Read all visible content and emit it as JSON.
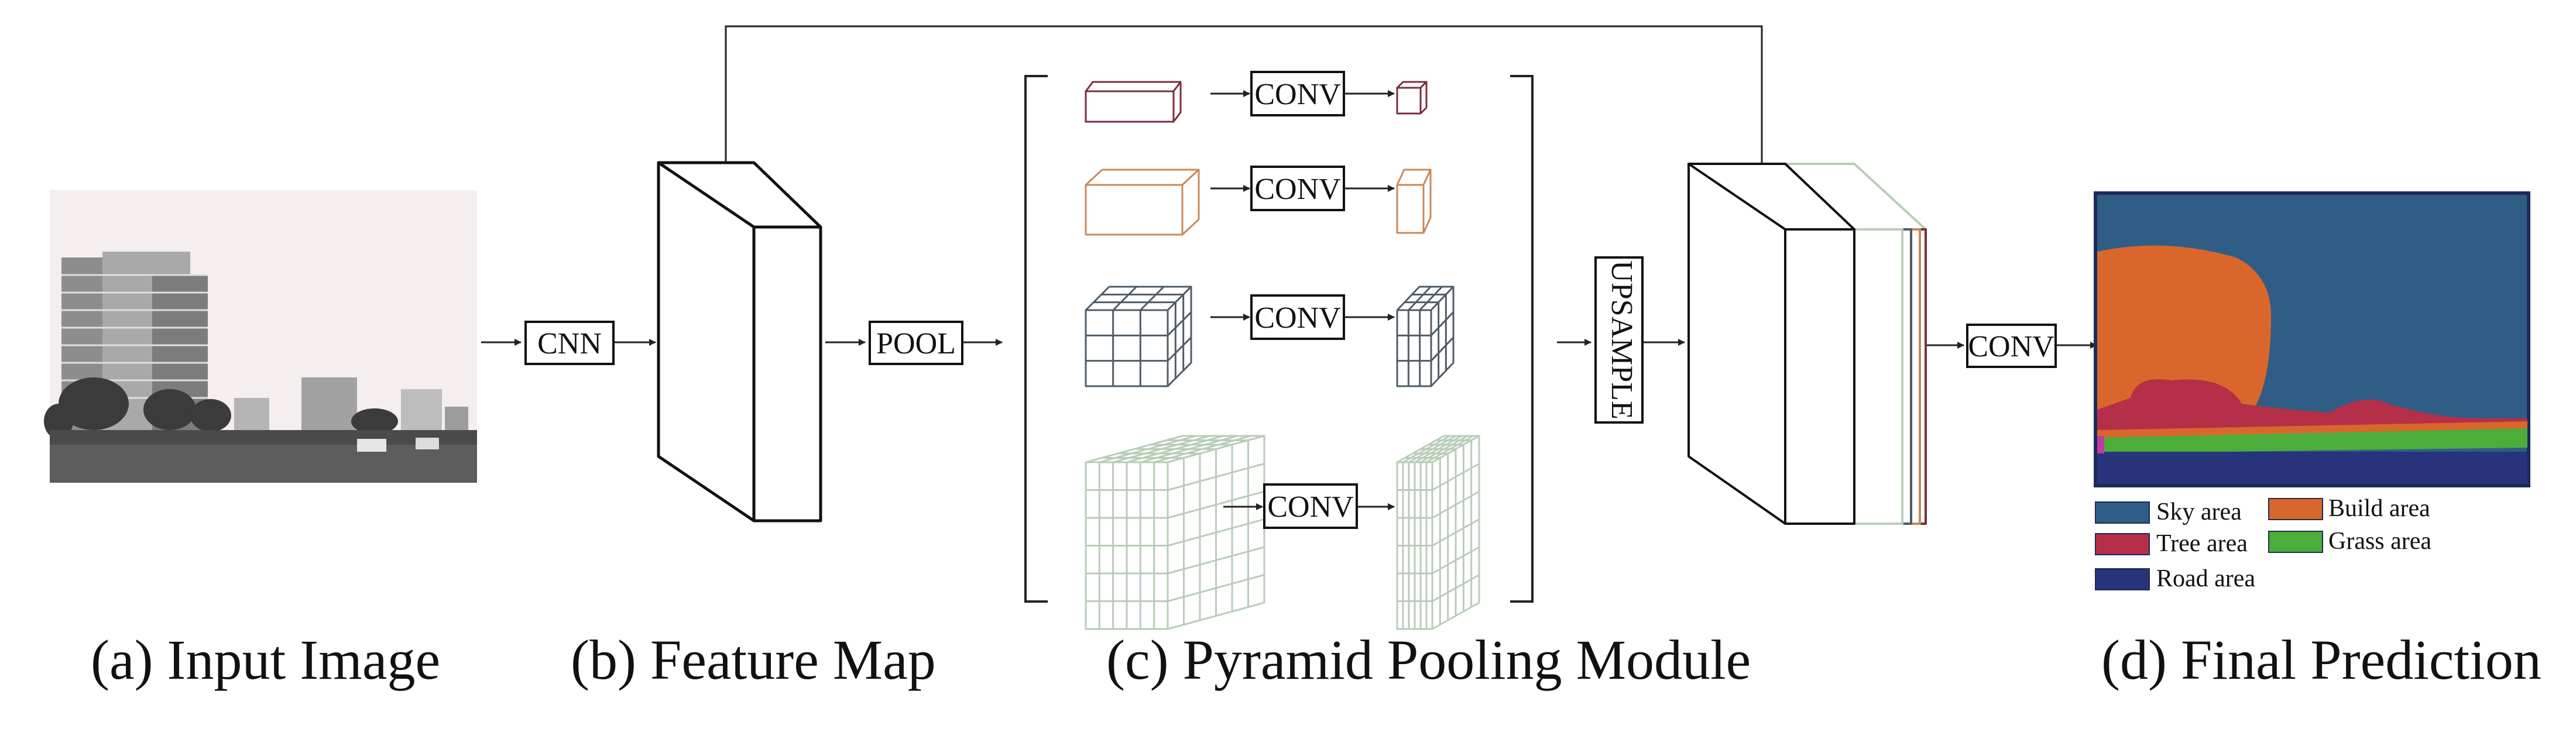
{
  "blocks": {
    "cnn": "CNN",
    "pool": "POOL",
    "upsample": "UPSAMPLE",
    "conv_final": "CONV",
    "ppm_convs": [
      "CONV",
      "CONV",
      "CONV",
      "CONV"
    ]
  },
  "pyramid_level_colors": [
    "#7a2e3a",
    "#c9895a",
    "#4e5d68",
    "#b9cdb8"
  ],
  "legend": [
    {
      "label": "Sky area",
      "color": "#305d85"
    },
    {
      "label": "Build area",
      "color": "#d9672b"
    },
    {
      "label": "Tree area",
      "color": "#b52f48"
    },
    {
      "label": "Grass area",
      "color": "#4cad3a"
    },
    {
      "label": "Road area",
      "color": "#27337a"
    }
  ],
  "captions": {
    "a": "(a) Input Image",
    "b": "(b) Feature Map",
    "c": "(c) Pyramid Pooling Module",
    "d": "(d) Final Prediction"
  }
}
